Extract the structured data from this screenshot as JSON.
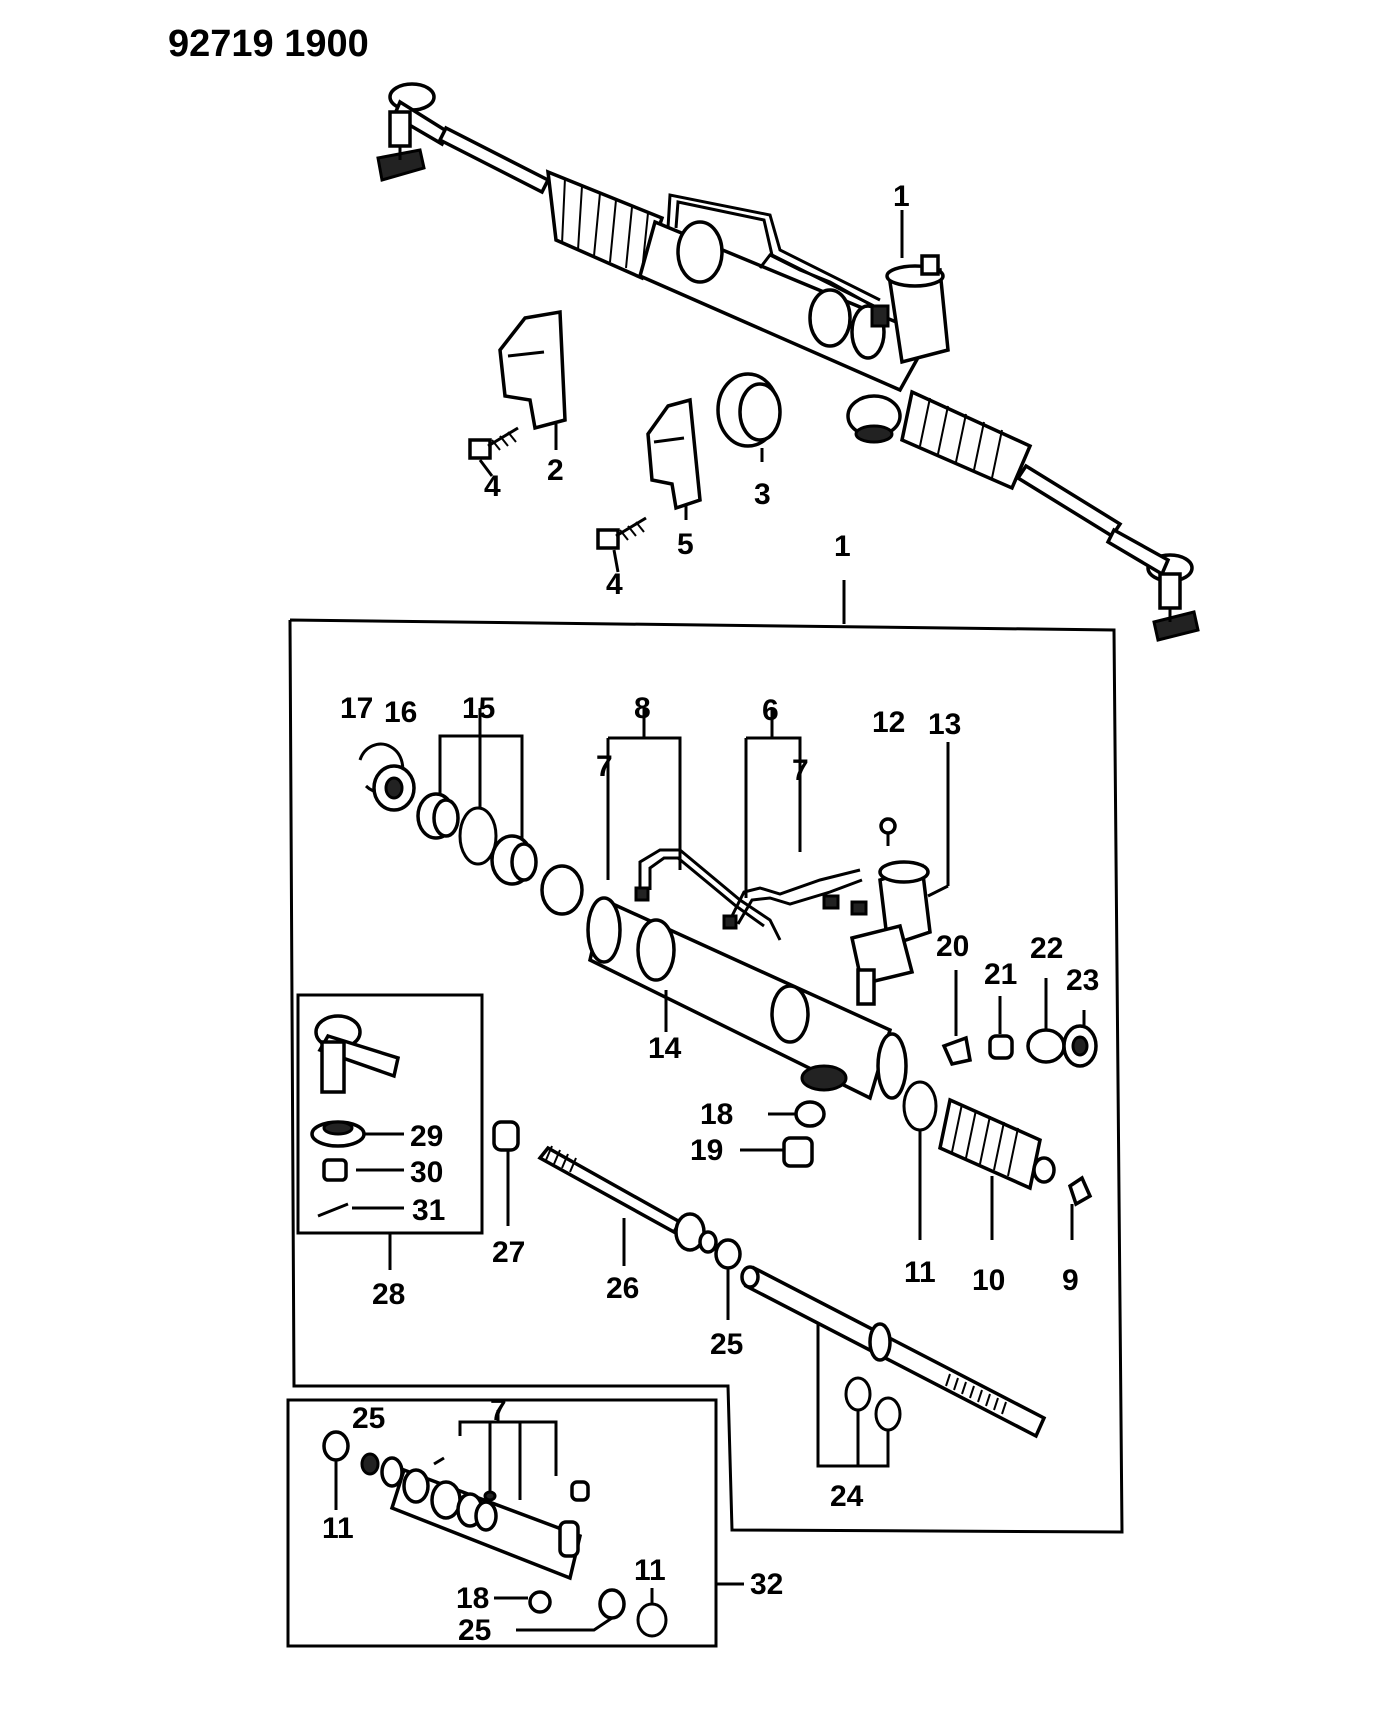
{
  "diagram": {
    "code": "92719 1900",
    "callouts": [
      {
        "id": "c1-top",
        "text": "1"
      },
      {
        "id": "c2",
        "text": "2"
      },
      {
        "id": "c3",
        "text": "3"
      },
      {
        "id": "c4-a",
        "text": "4"
      },
      {
        "id": "c4-b",
        "text": "4"
      },
      {
        "id": "c5",
        "text": "5"
      },
      {
        "id": "c1-box",
        "text": "1"
      },
      {
        "id": "c17",
        "text": "17"
      },
      {
        "id": "c16",
        "text": "16"
      },
      {
        "id": "c15",
        "text": "15"
      },
      {
        "id": "c8",
        "text": "8"
      },
      {
        "id": "c6",
        "text": "6"
      },
      {
        "id": "c7-a",
        "text": "7"
      },
      {
        "id": "c7-b",
        "text": "7"
      },
      {
        "id": "c12",
        "text": "12"
      },
      {
        "id": "c13",
        "text": "13"
      },
      {
        "id": "c20",
        "text": "20"
      },
      {
        "id": "c21",
        "text": "21"
      },
      {
        "id": "c22",
        "text": "22"
      },
      {
        "id": "c23",
        "text": "23"
      },
      {
        "id": "c14",
        "text": "14"
      },
      {
        "id": "c18-a",
        "text": "18"
      },
      {
        "id": "c19",
        "text": "19"
      },
      {
        "id": "c29",
        "text": "29"
      },
      {
        "id": "c30",
        "text": "30"
      },
      {
        "id": "c31",
        "text": "31"
      },
      {
        "id": "c28",
        "text": "28"
      },
      {
        "id": "c27",
        "text": "27"
      },
      {
        "id": "c26",
        "text": "26"
      },
      {
        "id": "c25-a",
        "text": "25"
      },
      {
        "id": "c11-a",
        "text": "11"
      },
      {
        "id": "c10",
        "text": "10"
      },
      {
        "id": "c9",
        "text": "9"
      },
      {
        "id": "c24",
        "text": "24"
      },
      {
        "id": "c25-b",
        "text": "25"
      },
      {
        "id": "c7-c",
        "text": "7"
      },
      {
        "id": "c11-b",
        "text": "11"
      },
      {
        "id": "c11-c",
        "text": "11"
      },
      {
        "id": "c18-b",
        "text": "18"
      },
      {
        "id": "c25-c",
        "text": "25"
      },
      {
        "id": "c32",
        "text": "32"
      }
    ]
  }
}
